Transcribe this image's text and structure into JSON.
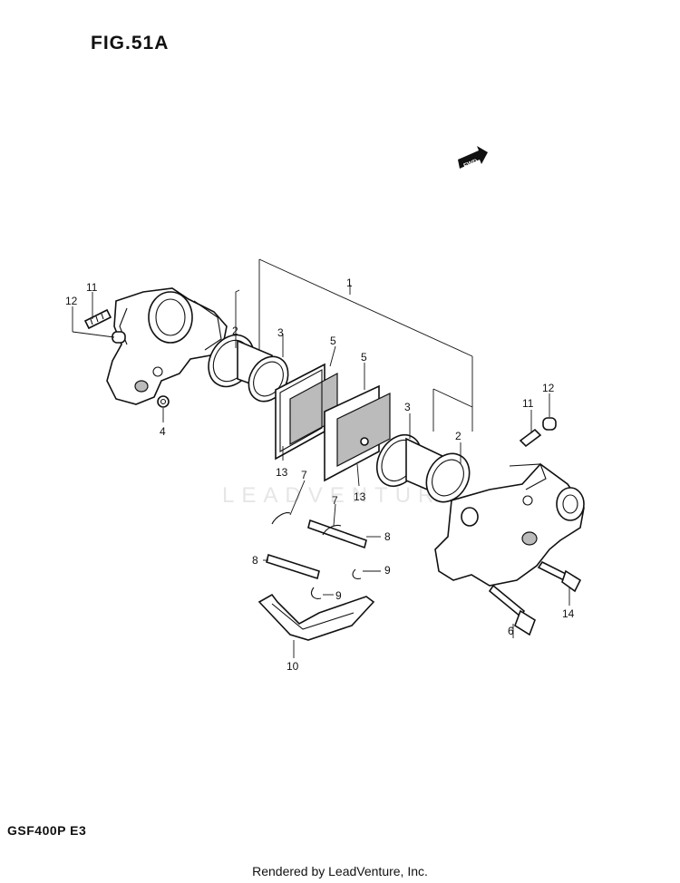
{
  "header": {
    "figure_label": "FIG.51A"
  },
  "fwd_marker": {
    "label": "FWD",
    "icon": "forward-arrow-icon"
  },
  "watermark": {
    "text": "LEADVENTURE"
  },
  "callouts": {
    "c1": "1",
    "c2a": "2",
    "c2b": "2",
    "c3a": "3",
    "c3b": "3",
    "c4": "4",
    "c5a": "5",
    "c5b": "5",
    "c6": "6",
    "c7a": "7",
    "c7b": "7",
    "c8a": "8",
    "c8b": "8",
    "c9a": "9",
    "c9b": "9",
    "c10": "10",
    "c11a": "11",
    "c11b": "11",
    "c12a": "12",
    "c12b": "12",
    "c13a": "13",
    "c13b": "13",
    "c14": "14"
  },
  "footer": {
    "model_code": "GSF400P  E3",
    "rendered_by": "Rendered by LeadVenture, Inc."
  }
}
